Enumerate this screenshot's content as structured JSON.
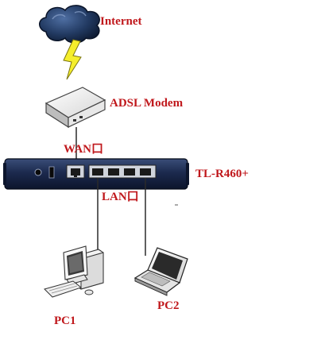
{
  "labels": {
    "internet": "Internet",
    "modem": "ADSL Modem",
    "wan_port": "WAN口",
    "router": "TL-R460+",
    "lan_port": "LAN口",
    "pc1": "PC1",
    "pc2": "PC2"
  },
  "colors": {
    "label_red": "#c0181c",
    "router_body": "#1c2a4e",
    "cloud": "#223a62",
    "lightning": "#f5ee2c",
    "cable": "#2a2a2a"
  }
}
